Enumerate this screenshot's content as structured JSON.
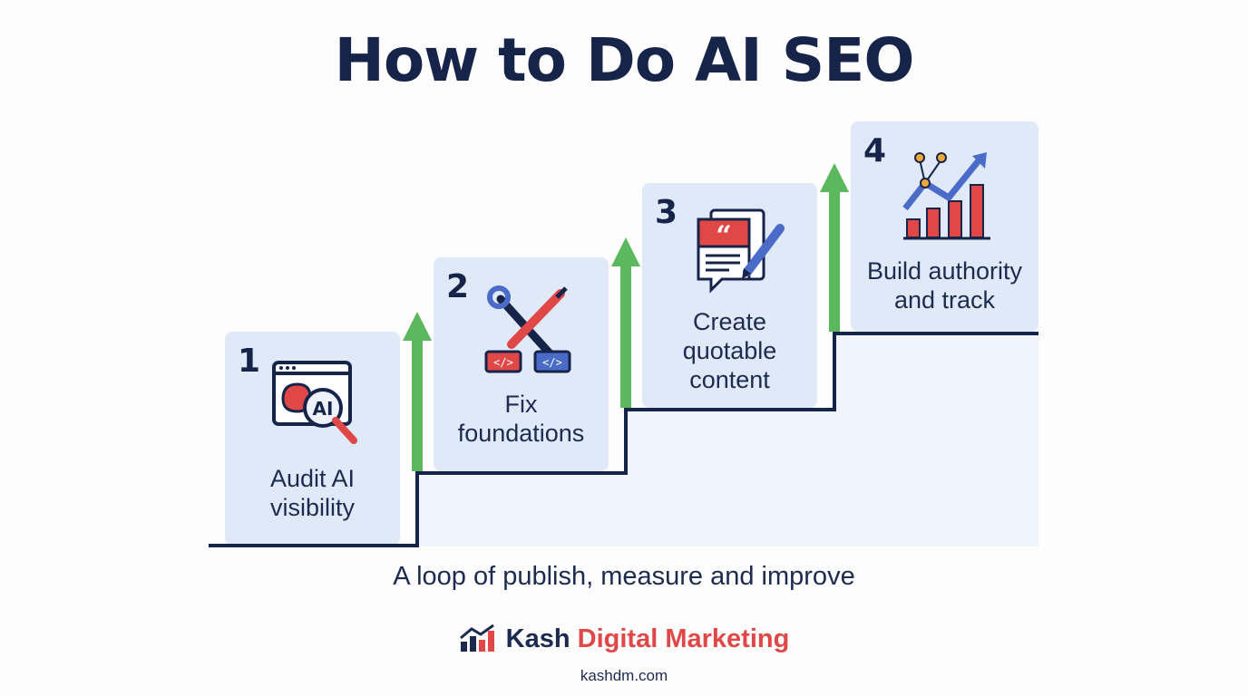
{
  "title": "How to Do AI SEO",
  "steps": [
    {
      "number": "1",
      "line1": "Audit AI",
      "line2": "visibility",
      "icon": "ai-audit-magnifier-icon"
    },
    {
      "number": "2",
      "line1": "Fix",
      "line2": "foundations",
      "icon": "tools-code-icon"
    },
    {
      "number": "3",
      "line1": "Create",
      "line2": "quotable",
      "line3": "content",
      "icon": "quote-document-pen-icon"
    },
    {
      "number": "4",
      "line1": "Build authority",
      "line2": "and track",
      "icon": "growth-chart-icon"
    }
  ],
  "subtitle": "A loop of publish, measure and improve",
  "brand": {
    "part1": "Kash",
    "part2": "Digital Marketing",
    "url": "kashdm.com"
  },
  "colors": {
    "navy": "#17244a",
    "card": "#dfe9f8",
    "arrow": "#5cb85c",
    "accent_red": "#e04848",
    "accent_blue": "#4a6cc8"
  }
}
